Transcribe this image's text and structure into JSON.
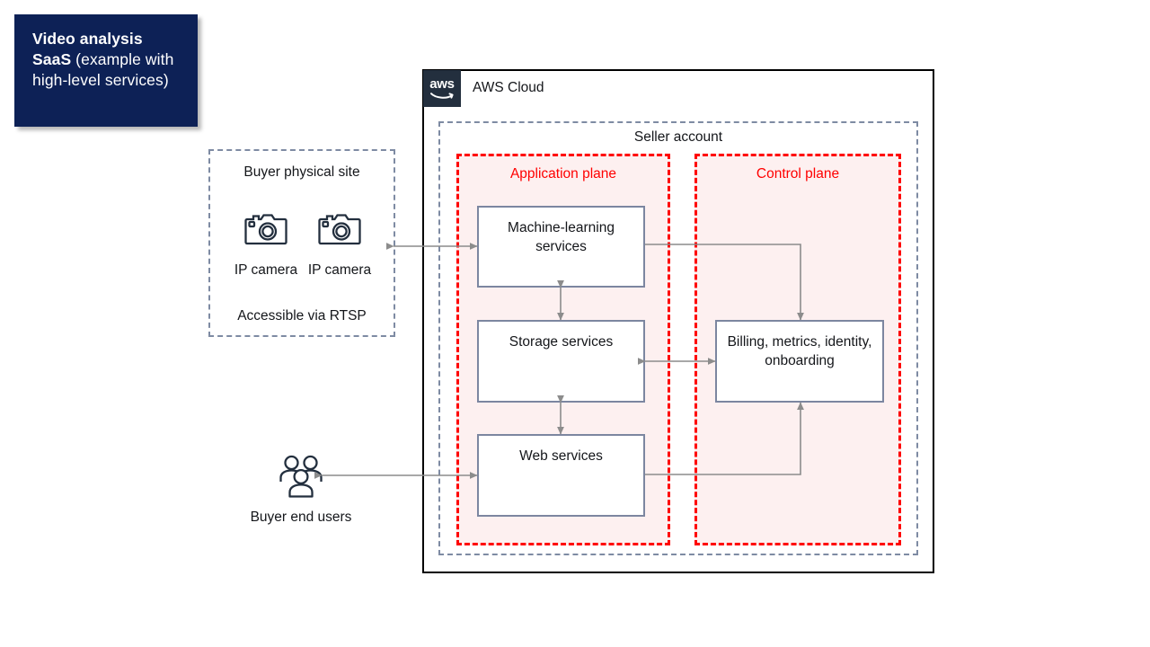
{
  "title_card": {
    "bold_text": "Video analysis SaaS",
    "rest_text": " (example with high-level services)",
    "background": "#0d2156"
  },
  "buyer_site": {
    "title": "Buyer physical site",
    "footer": "Accessible via RTSP",
    "cameras": [
      {
        "icon": "camera-icon",
        "label": "IP camera"
      },
      {
        "icon": "camera-icon",
        "label": "IP camera"
      }
    ]
  },
  "buyer_users": {
    "icon": "users-group-icon",
    "label": "Buyer end users"
  },
  "aws_cloud": {
    "logo_text": "aws",
    "label": "AWS Cloud",
    "logo_color": "#232f3e",
    "border_color": "#000000"
  },
  "seller_account": {
    "label": "Seller account",
    "border_color": "#7e8ba3"
  },
  "planes": [
    {
      "id": "application-plane",
      "label": "Application plane",
      "border_color": "#ff0000",
      "fill_color": "#fdf0f0"
    },
    {
      "id": "control-plane",
      "label": "Control plane",
      "border_color": "#ff0000",
      "fill_color": "#fdf0f0"
    }
  ],
  "services": {
    "ml": {
      "label": "Machine-learning services"
    },
    "storage": {
      "label": "Storage services"
    },
    "web": {
      "label": "Web services"
    },
    "billing": {
      "label": "Billing, metrics, identity, onboarding"
    }
  },
  "connectors": {
    "stroke_color": "#8c8c8c",
    "items": [
      {
        "name": "cameras-to-ml",
        "kind": "bidirectional"
      },
      {
        "name": "ml-to-storage",
        "kind": "bidirectional"
      },
      {
        "name": "storage-to-web",
        "kind": "bidirectional"
      },
      {
        "name": "users-to-web",
        "kind": "bidirectional"
      },
      {
        "name": "storage-to-billing",
        "kind": "bidirectional"
      },
      {
        "name": "ml-to-billing",
        "kind": "directional"
      },
      {
        "name": "web-to-billing",
        "kind": "directional"
      }
    ]
  }
}
